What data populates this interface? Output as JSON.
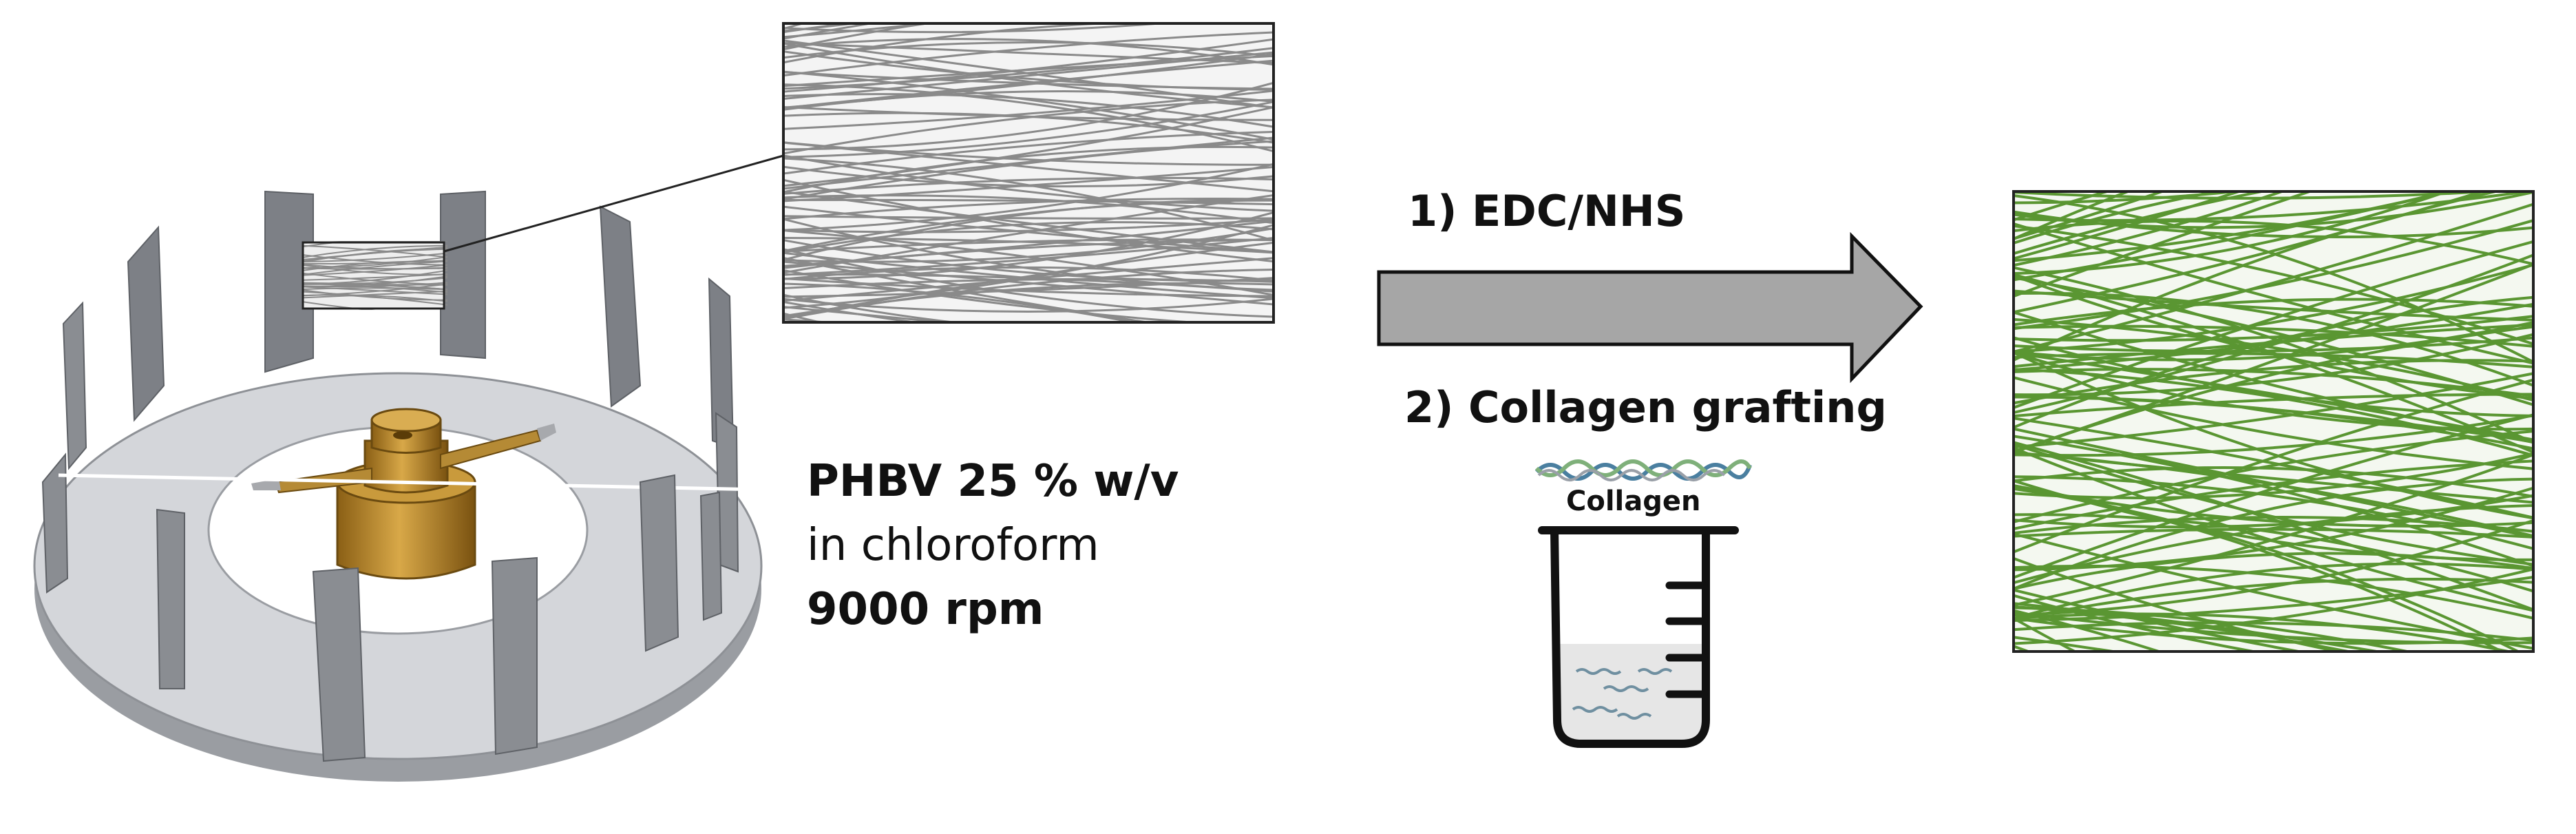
{
  "colors": {
    "disk": "#cfd1d5",
    "disk_edge": "#8e9196",
    "pins": "#7d8086",
    "brass": "#b8862a",
    "fibers_gray": "#8a8a8a",
    "arrow_fill": "#a6a6a6",
    "fibers_green": "#5a9632"
  },
  "labels": {
    "polymer": "PHBV 25 % w/v",
    "solvent": "in chloroform",
    "speed": "9000 rpm",
    "step1": "1) EDC/NHS",
    "step2": "2) Collagen grafting",
    "collagen": "Collagen"
  },
  "icons": {
    "collector": "rotary-jet-spinning-collector",
    "arrow": "right-arrow",
    "beaker": "beaker-icon"
  }
}
